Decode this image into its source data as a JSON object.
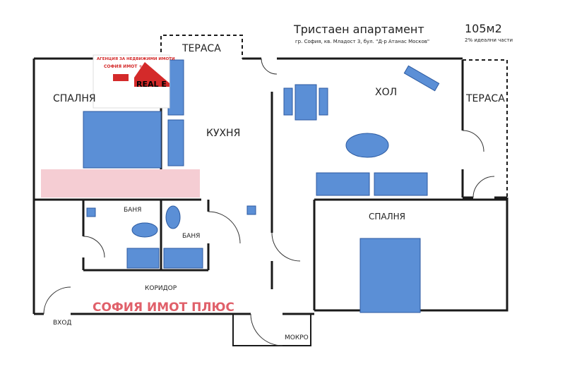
{
  "header": {
    "title": "Тристаен апартамент",
    "address": "гр. София, кв. Младост 3, бул. \"Д-р Атанас Москов\"",
    "area": "105м2",
    "area_note": "2% идеални части"
  },
  "rooms": {
    "terrace_top": "ТЕРАСА",
    "terrace_right": "ТЕРАСА",
    "bedroom_left": "СПАЛНЯ",
    "kitchen": "КУХНЯ",
    "living": "ХОЛ",
    "bathroom_1": "БАНЯ",
    "bathroom_2": "БАНЯ",
    "bedroom_right": "СПАЛНЯ",
    "corridor": "КОРИДОР",
    "entrance": "ВХОД",
    "wet_room": "МОКРО"
  },
  "watermark": "СОФИЯ ИМОТ ПЛЮС",
  "logo": {
    "line1": "АГЕНЦИЯ ЗА НЕДВИЖИМИ ИМОТИ",
    "line2": "СОФИЯ ИМОТ +",
    "brand": "REAL E"
  },
  "colors": {
    "furniture": "#5b8fd6",
    "wall": "#1a1a1a",
    "watermark": "#e0606a",
    "logo_red": "#d42a2a"
  }
}
